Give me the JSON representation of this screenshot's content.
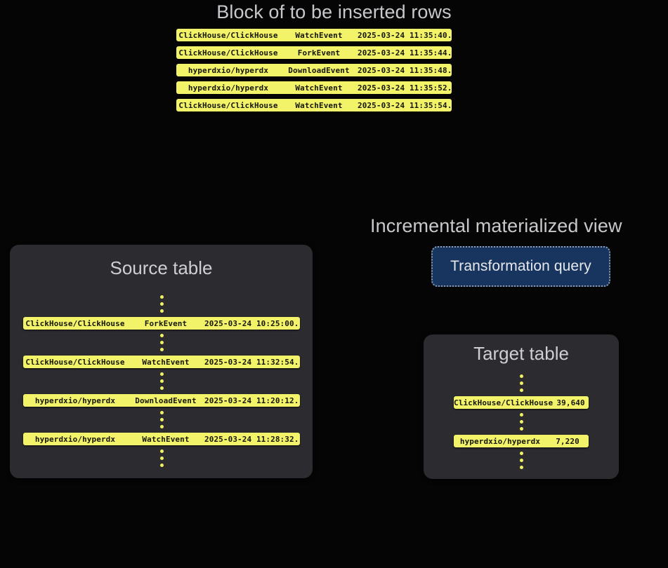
{
  "block": {
    "title": "Block of to be inserted rows",
    "rows": [
      {
        "repo": "ClickHouse/ClickHouse",
        "event": "WatchEvent",
        "time": "2025-03-24 11:35:40",
        "more": "..."
      },
      {
        "repo": "ClickHouse/ClickHouse",
        "event": "ForkEvent",
        "time": "2025-03-24 11:35:44",
        "more": "..."
      },
      {
        "repo": "hyperdxio/hyperdx",
        "event": "DownloadEvent",
        "time": "2025-03-24 11:35:48",
        "more": "..."
      },
      {
        "repo": "hyperdxio/hyperdx",
        "event": "WatchEvent",
        "time": "2025-03-24 11:35:52",
        "more": "..."
      },
      {
        "repo": "ClickHouse/ClickHouse",
        "event": "WatchEvent",
        "time": "2025-03-24 11:35:54",
        "more": "..."
      }
    ]
  },
  "source_table": {
    "title": "Source table",
    "rows": [
      {
        "repo": "ClickHouse/ClickHouse",
        "event": "ForkEvent",
        "time": "2025-03-24 10:25:00",
        "more": "..."
      },
      {
        "repo": "ClickHouse/ClickHouse",
        "event": "WatchEvent",
        "time": "2025-03-24 11:32:54",
        "more": "..."
      },
      {
        "repo": "hyperdxio/hyperdx",
        "event": "DownloadEvent",
        "time": "2025-03-24 11:20:12",
        "more": "..."
      },
      {
        "repo": "hyperdxio/hyperdx",
        "event": "WatchEvent",
        "time": "2025-03-24 11:28:32",
        "more": "..."
      }
    ]
  },
  "materialized_view": {
    "title": "Incremental materialized view",
    "query_label": "Transformation query"
  },
  "target_table": {
    "title": "Target table",
    "rows": [
      {
        "repo": "ClickHouse/ClickHouse",
        "count": "39,640"
      },
      {
        "repo": "hyperdxio/hyperdx",
        "count": "7,220"
      }
    ]
  },
  "colors": {
    "background": "#050505",
    "panel": "#2c2c30",
    "row_yellow": "#f3f36a",
    "query_blue": "#18355f",
    "query_border": "#8f9aab",
    "heading_text": "#c8c8cc",
    "dot_yellow": "#f0f064"
  }
}
